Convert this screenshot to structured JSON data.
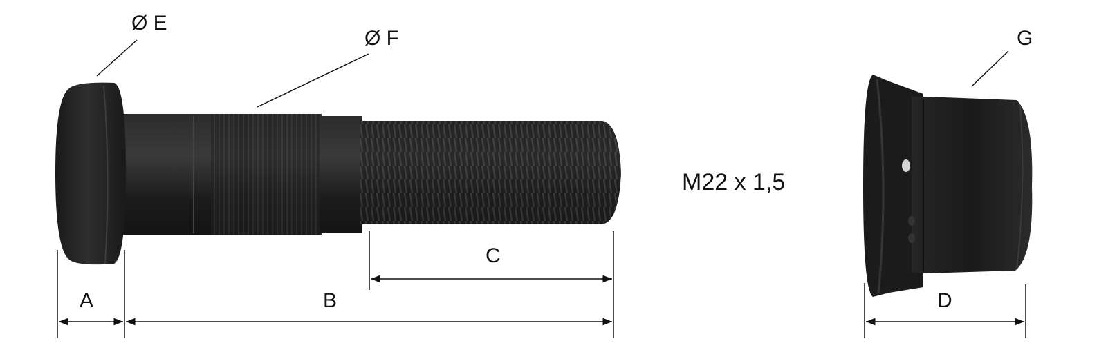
{
  "labels": {
    "dia_e": "Ø E",
    "dia_f": "Ø F",
    "a": "A",
    "b": "B",
    "c": "C",
    "d": "D",
    "g": "G",
    "thread": "M22 x 1,5"
  },
  "colors": {
    "part": "#1e1e1e",
    "part_mid": "#2a2a2a",
    "highlight": "#4a4a4a",
    "line": "#111111"
  }
}
